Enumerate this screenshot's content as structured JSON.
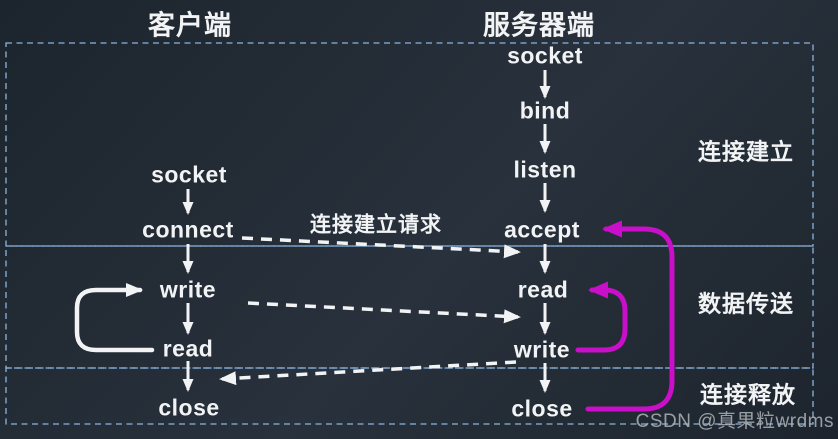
{
  "header": {
    "client": "客户端",
    "server": "服务器端"
  },
  "client": {
    "steps": [
      "socket",
      "connect",
      "write",
      "read",
      "close"
    ]
  },
  "server": {
    "steps": [
      "socket",
      "bind",
      "listen",
      "accept",
      "read",
      "write",
      "close"
    ]
  },
  "regions": {
    "establish": "连接建立",
    "transfer": "数据传送",
    "release": "连接释放"
  },
  "messages": {
    "connect_request": "连接建立请求"
  },
  "watermark": "CSDN @真果粒wrdms",
  "colors": {
    "background": "#232b35",
    "region_border": "#8ab4e0",
    "flow_arrow": "#f2f3f4",
    "loopback_arrow": "#c90fc9",
    "text": "#f2f3f4",
    "watermark_text": "#aeb4b9"
  }
}
